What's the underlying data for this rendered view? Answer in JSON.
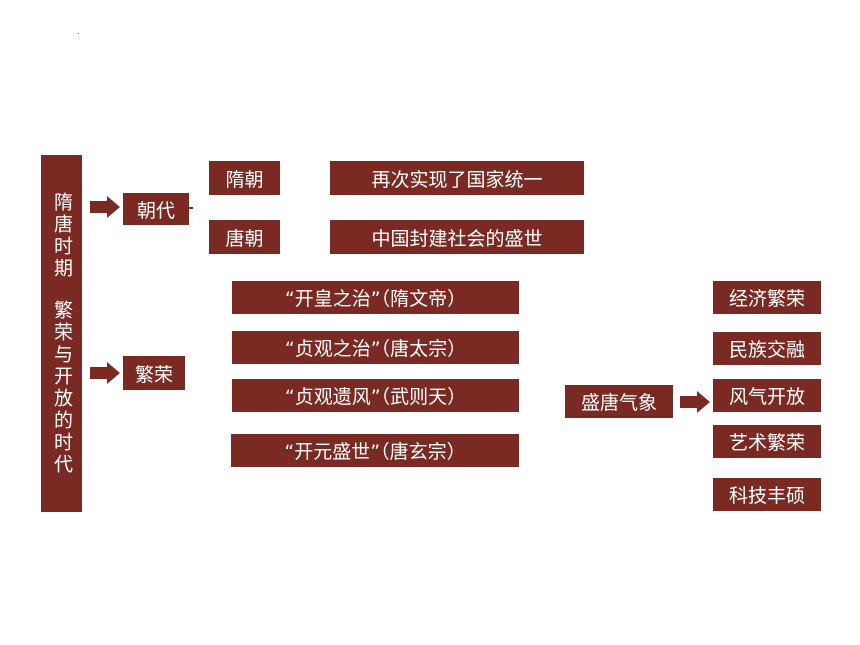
{
  "colors": {
    "box_fill": "#7a2a22",
    "box_text": "#ffffff",
    "background": "#ffffff"
  },
  "title": {
    "line1": "隋唐时期",
    "line2": "繁荣与开放的时代"
  },
  "branches": {
    "dynasty": "朝代",
    "prosperity": "繁荣"
  },
  "dynasties": [
    {
      "name": "隋朝",
      "desc": "再次实现了国家统一"
    },
    {
      "name": "唐朝",
      "desc": "中国封建社会的盛世"
    }
  ],
  "eras": [
    "“开皇之治”（隋文帝）",
    "“贞观之治”（唐太宗）",
    "“贞观遗风”（武则天）",
    "“开元盛世”（唐玄宗）"
  ],
  "shengtang": {
    "label": "盛唐气象",
    "features": [
      "经济繁荣",
      "民族交融",
      "风气开放",
      "艺术繁荣",
      "科技丰硕"
    ]
  },
  "icons": [
    "arrow-right-icon"
  ]
}
